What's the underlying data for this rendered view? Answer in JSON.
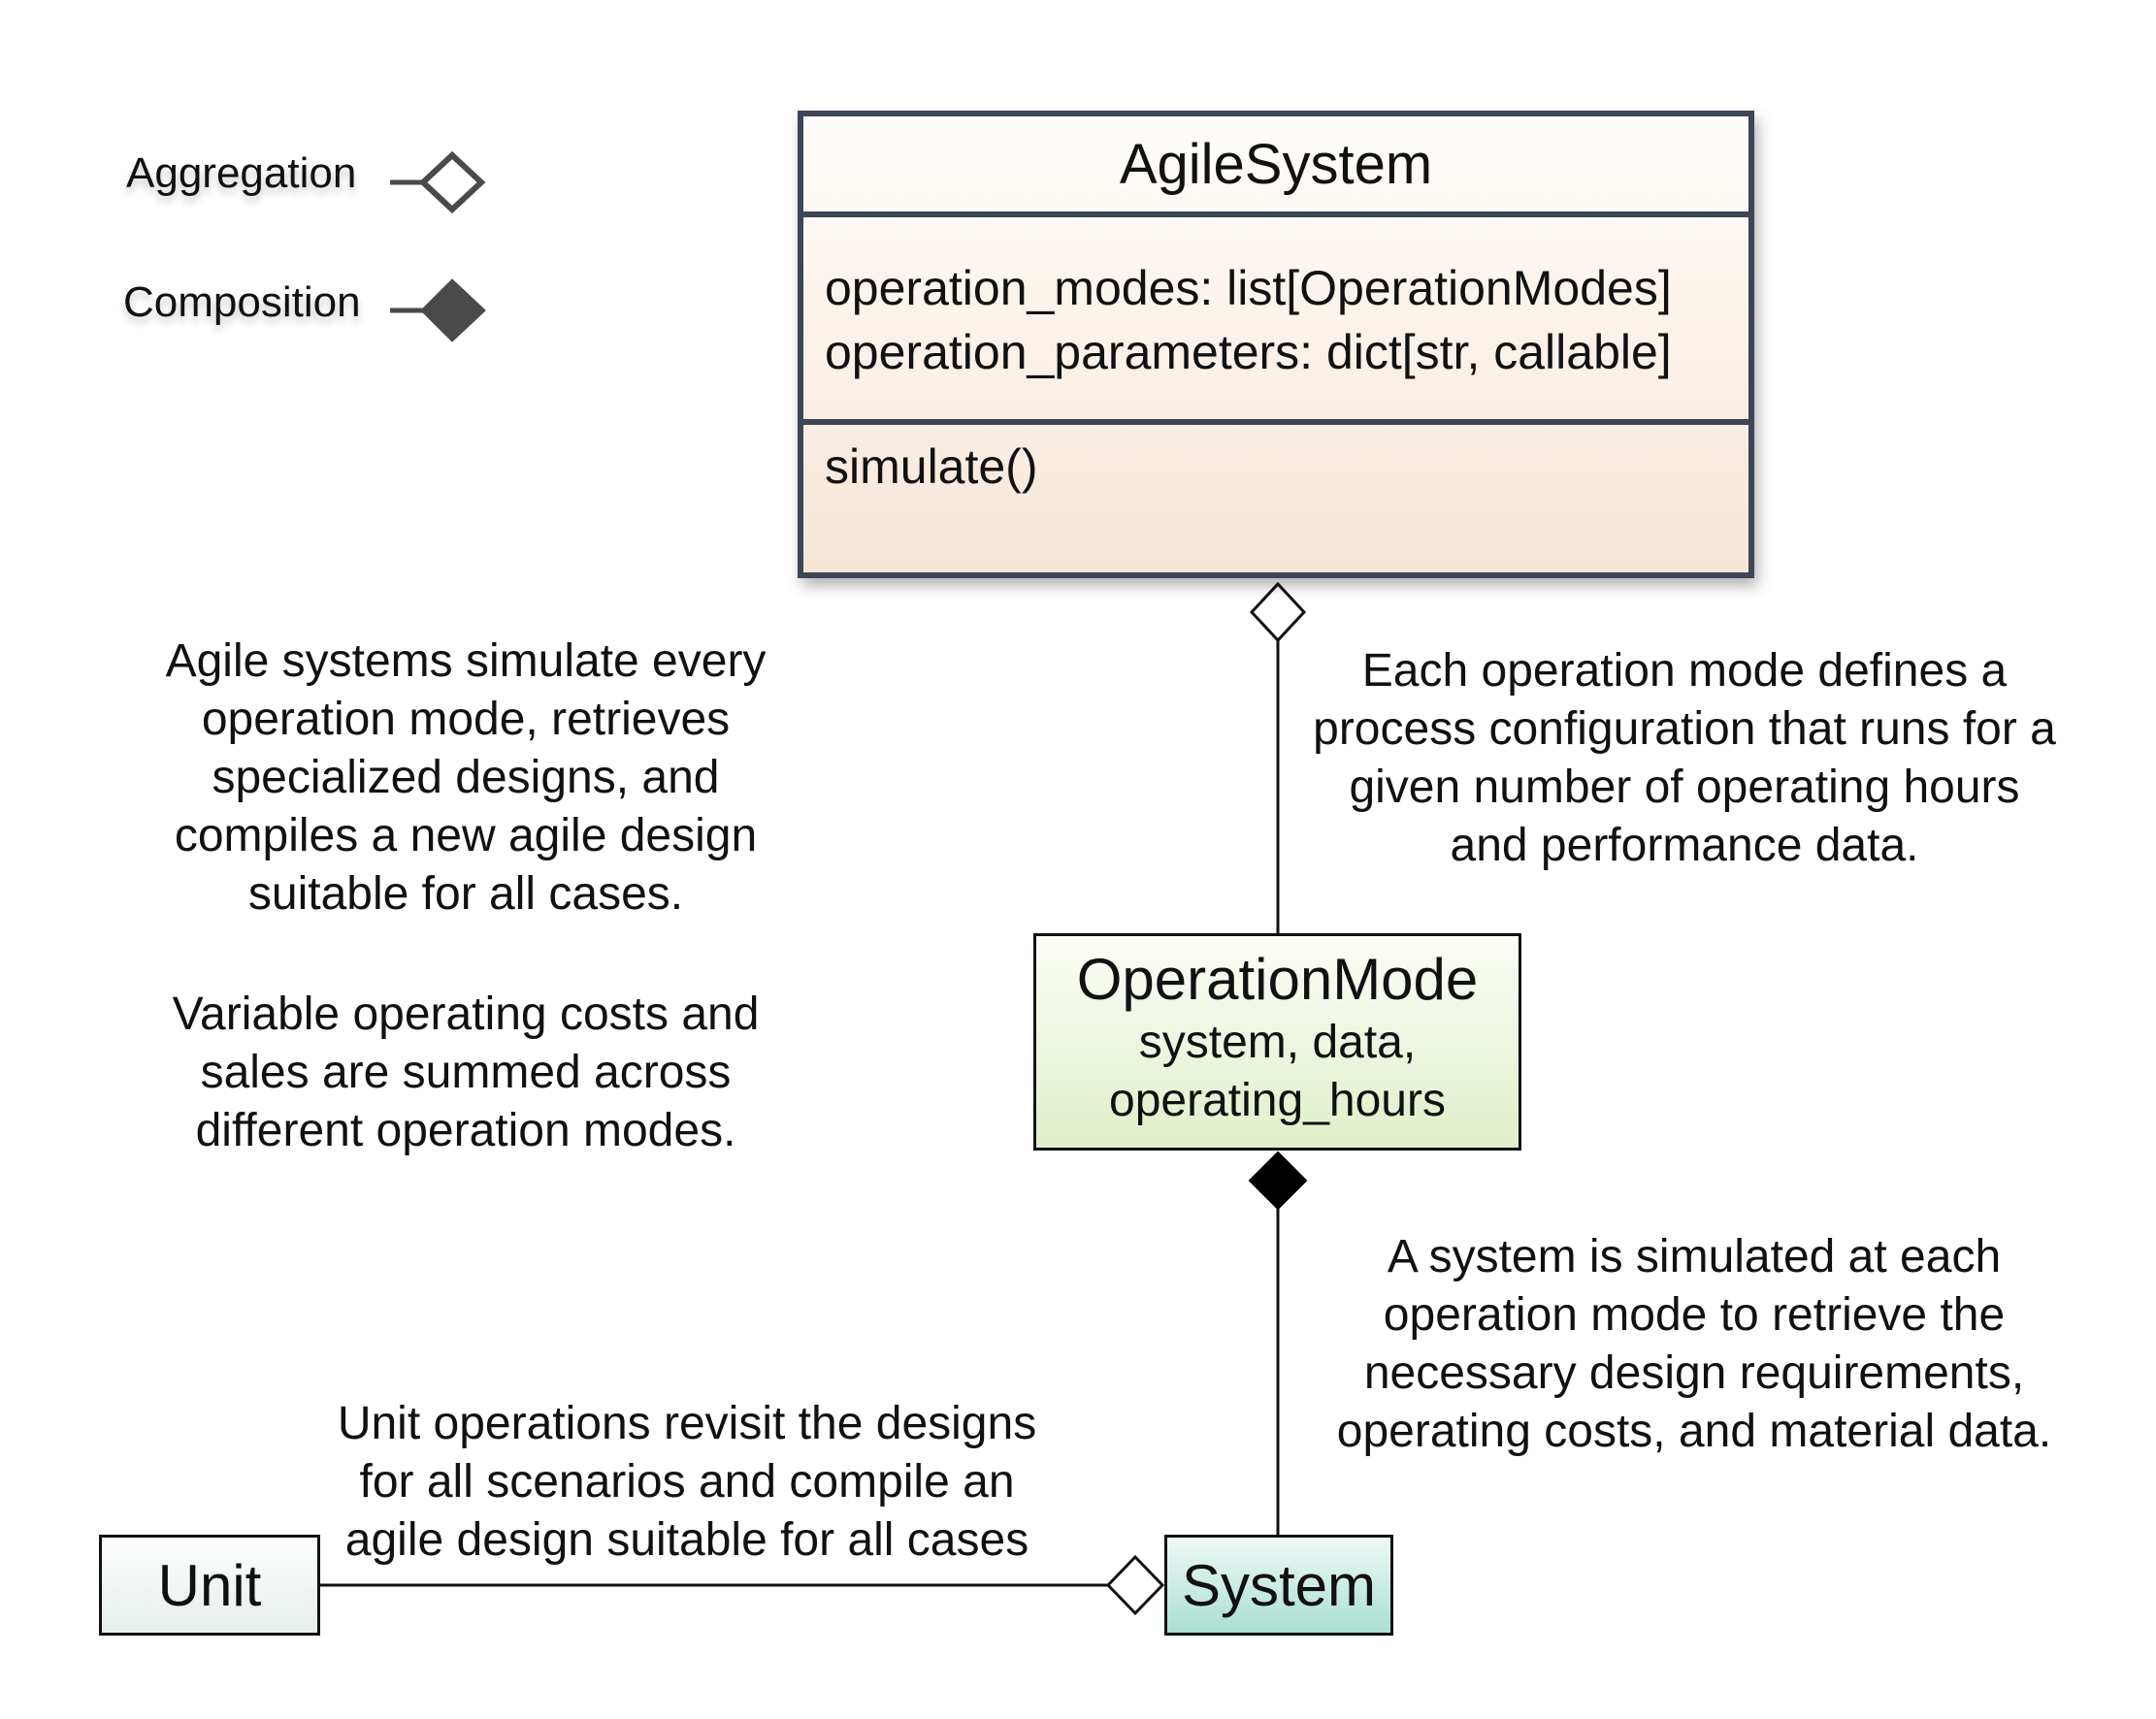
{
  "legend": {
    "aggregation_label": "Aggregation",
    "composition_label": "Composition"
  },
  "agile_system": {
    "name": "AgileSystem",
    "attributes": [
      "operation_modes: list[OperationModes]",
      "operation_parameters: dict[str, callable]"
    ],
    "methods": [
      "simulate()"
    ]
  },
  "operation_mode": {
    "name": "OperationMode",
    "params": [
      "system, data,",
      "operating_hours"
    ]
  },
  "unit": {
    "name": "Unit"
  },
  "system": {
    "name": "System"
  },
  "notes": {
    "agile_left": [
      "Agile systems simulate every",
      "operation mode, retrieves",
      "specialized designs, and",
      "compiles a new agile design",
      "suitable for all cases."
    ],
    "variable_costs": [
      "Variable operating costs and",
      "sales are summed across",
      "different operation modes."
    ],
    "operation_mode_desc": [
      "Each operation mode defines a",
      "process configuration that runs for a",
      "given number of operating hours",
      "and performance data."
    ],
    "system_desc": [
      "A system is simulated at each",
      "operation mode to retrieve the",
      "necessary design requirements,",
      "operating costs, and material data."
    ],
    "unit_desc": [
      "Unit operations revisit the designs",
      "for all scenarios and compile an",
      "agile design suitable for all cases"
    ]
  }
}
